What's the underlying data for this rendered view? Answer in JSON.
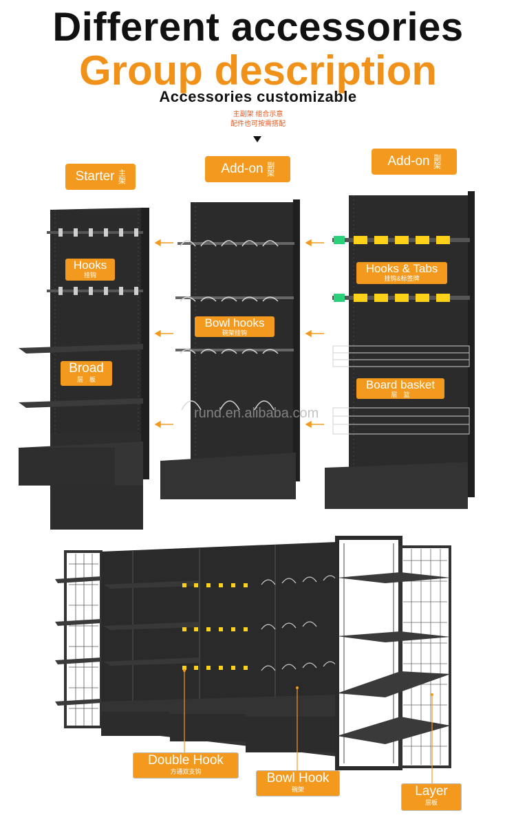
{
  "header": {
    "title": "Different accessories",
    "subtitle": "Group description",
    "tagline": "Accessories customizable",
    "cn_line1": "主副架 组合示意",
    "cn_line2": "配件也可按需搭配"
  },
  "columns": [
    {
      "tag_en": "Starter",
      "tag_cn": "主架"
    },
    {
      "tag_en": "Add-on",
      "tag_cn": "副架"
    },
    {
      "tag_en": "Add-on",
      "tag_cn": "副架"
    }
  ],
  "labels": {
    "hooks": {
      "en": "Hooks",
      "cn": "挂钩"
    },
    "broad": {
      "en": "Broad",
      "cn": "层　板"
    },
    "bowl_hooks": {
      "en": "Bowl hooks",
      "cn": "碗架挂钩"
    },
    "hooks_tabs": {
      "en": "Hooks & Tabs",
      "cn": "挂钩&标签牌"
    },
    "board_basket": {
      "en": "Board basket",
      "cn": "层　篮"
    },
    "double_hook": {
      "en": "Double Hook",
      "cn": "方通双支钩"
    },
    "bowl_hook": {
      "en": "Bowl Hook",
      "cn": "碗架"
    },
    "layer": {
      "en": "Layer",
      "cn": "层板"
    }
  },
  "watermark": "rund.en.alibaba.com",
  "colors": {
    "accent": "#f39a1e",
    "rack": "#2b2b2b",
    "tab": "#ffd21a",
    "tab_green": "#2bd07a"
  }
}
